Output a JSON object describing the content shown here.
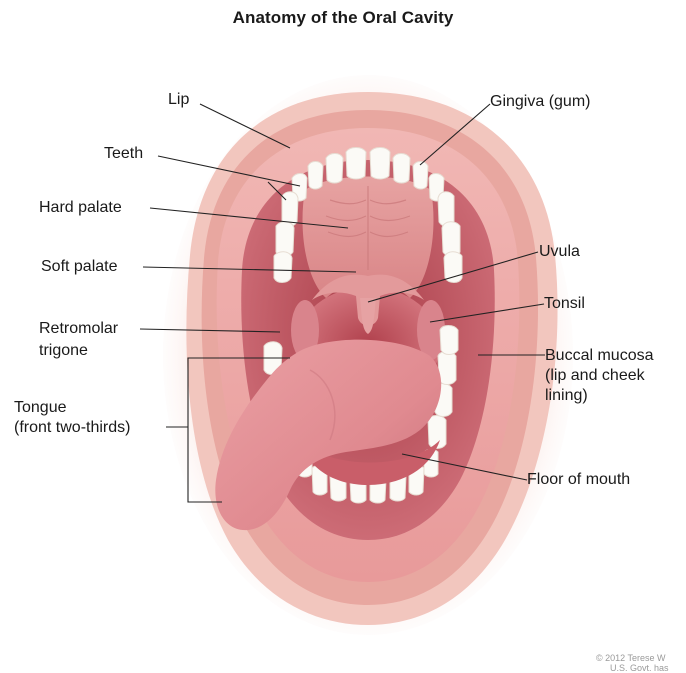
{
  "title": "Anatomy of the Oral Cavity",
  "labels": {
    "lip": "Lip",
    "gingiva": "Gingiva (gum)",
    "teeth": "Teeth",
    "hard_palate": "Hard palate",
    "uvula": "Uvula",
    "soft_palate": "Soft palate",
    "tonsil": "Tonsil",
    "retromolar_1": "Retromolar",
    "retromolar_2": "trigone",
    "buccal_1": "Buccal mucosa",
    "buccal_2": "(lip and cheek",
    "buccal_3": "lining)",
    "tongue_1": "Tongue",
    "tongue_2": "(front two-thirds)",
    "floor": "Floor of mouth"
  },
  "credit": {
    "line1": "© 2012 Terese W",
    "line2": "U.S. Govt. has"
  },
  "colors": {
    "lip_outer": "#f3c9c2",
    "lip_inner": "#e9a9a0",
    "mouth_cavity": "#c2525a",
    "palate": "#e39a98",
    "tongue": "#e48e93",
    "teeth": "#fbfaf6",
    "leader_line": "#222222"
  }
}
